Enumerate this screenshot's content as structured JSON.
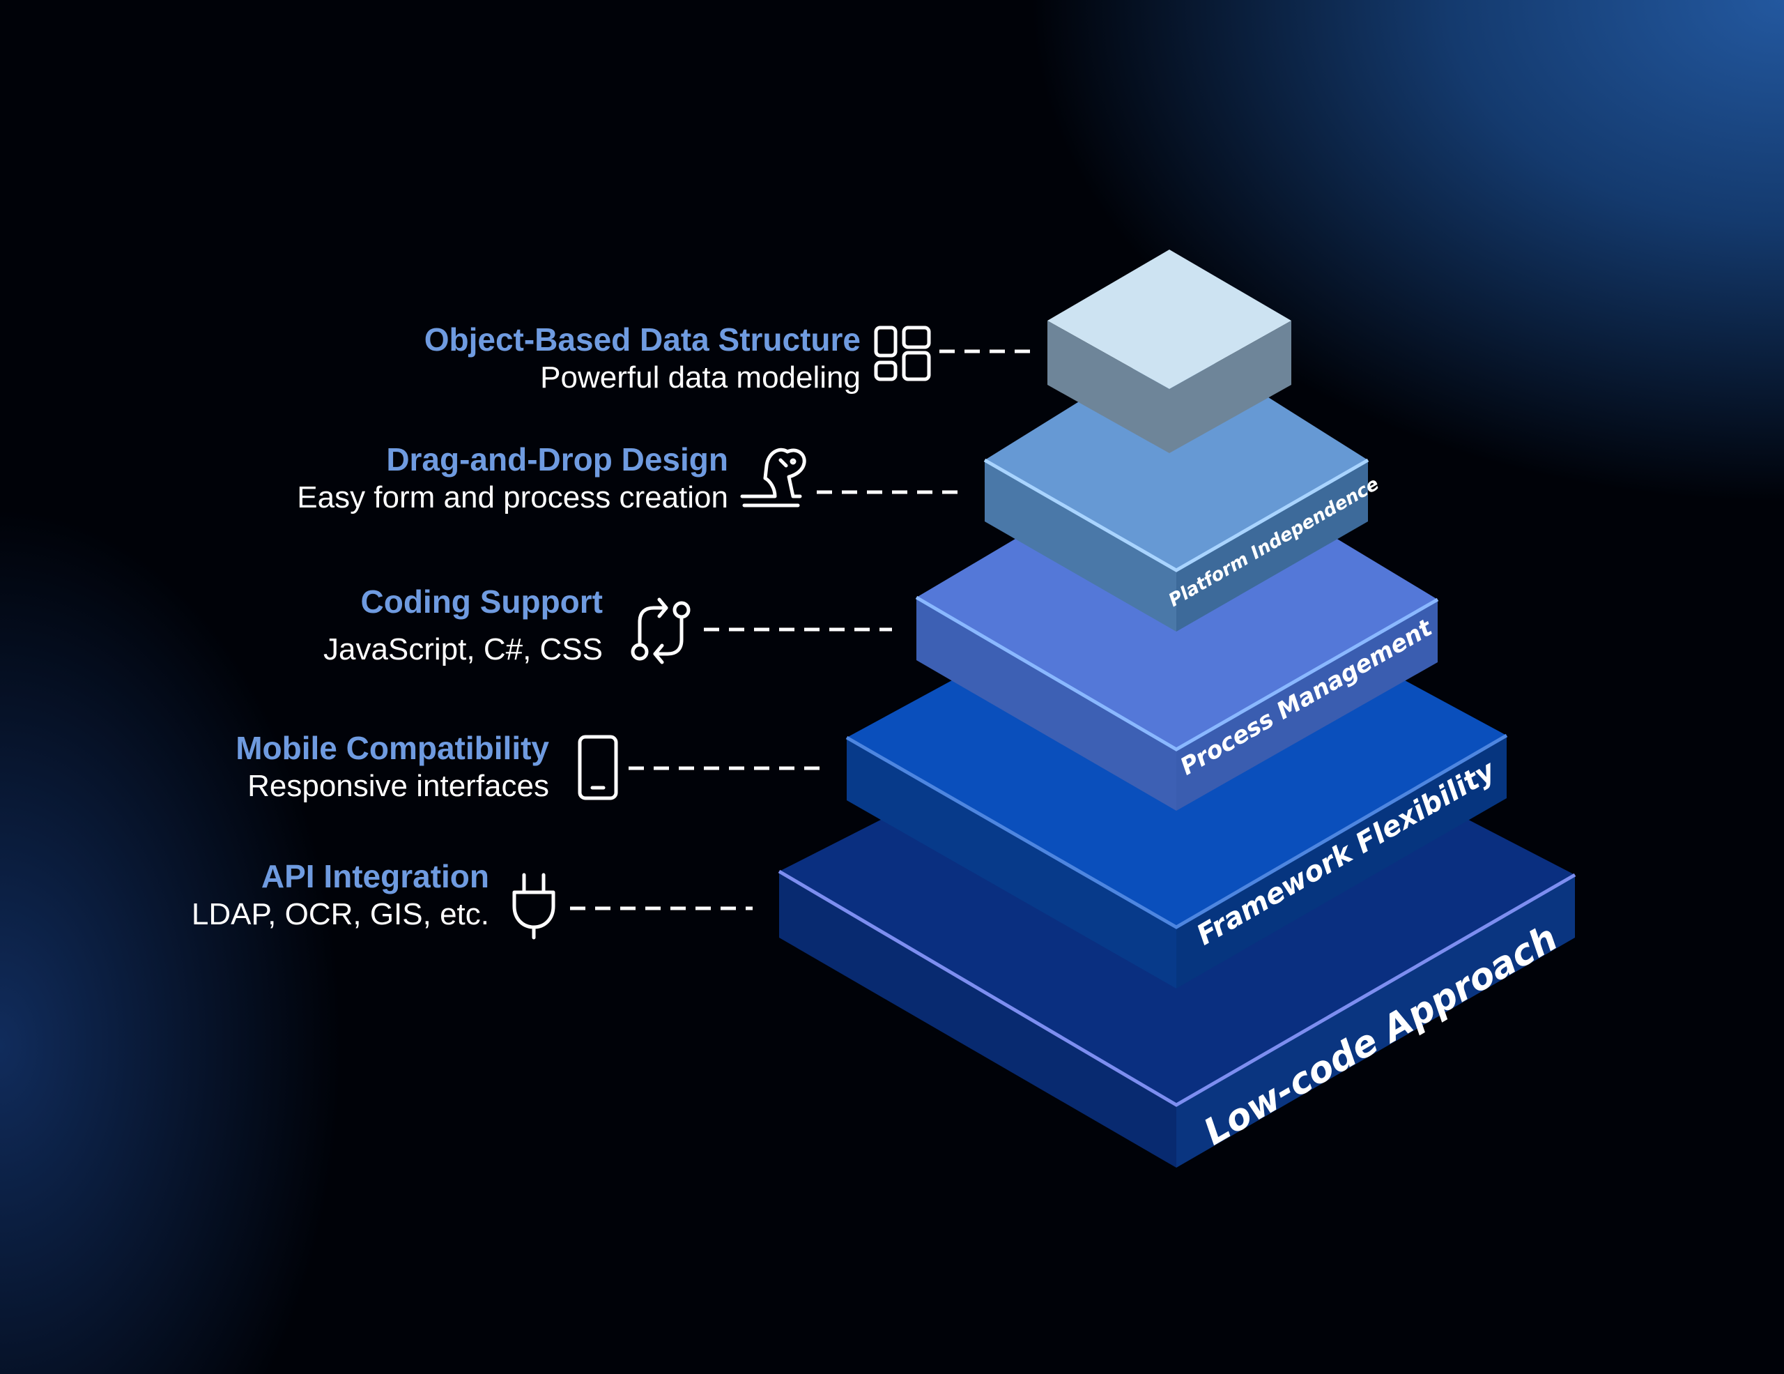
{
  "features": [
    {
      "title": "Object-Based Data Structure",
      "description": "Powerful data modeling",
      "icon": "grid-icon"
    },
    {
      "title": "Drag-and-Drop Design",
      "description": "Easy form and process creation",
      "icon": "mouse-pointer-icon"
    },
    {
      "title": "Coding Support",
      "description": "JavaScript, C#, CSS",
      "icon": "git-compare-icon"
    },
    {
      "title": "Mobile Compatibility",
      "description": "Responsive interfaces",
      "icon": "mobile-phone-icon"
    },
    {
      "title": "API Integration",
      "description": "LDAP, OCR, GIS, etc.",
      "icon": "plug-icon"
    }
  ],
  "layers": [
    {
      "label": "",
      "top": "#cde3f2",
      "left": "#6e8599",
      "right": "#6e8599"
    },
    {
      "label": "Platform Independence",
      "top": "#6699d4",
      "left": "#4a78a8",
      "right": "#3d6a9a"
    },
    {
      "label": "Process Management",
      "top": "#5478d8",
      "left": "#3d60b4",
      "right": "#3a5db0"
    },
    {
      "label": "Framework Flexibility",
      "top": "#0a4fbc",
      "left": "#073a8a",
      "right": "#06357f"
    },
    {
      "label": "Low-code Approach",
      "top": "#0a2f80",
      "left": "#082a70",
      "right": "#0a3580"
    }
  ],
  "colors": {
    "title": "#6f9be0",
    "description": "#ffffff",
    "connector": "#ffffff"
  }
}
